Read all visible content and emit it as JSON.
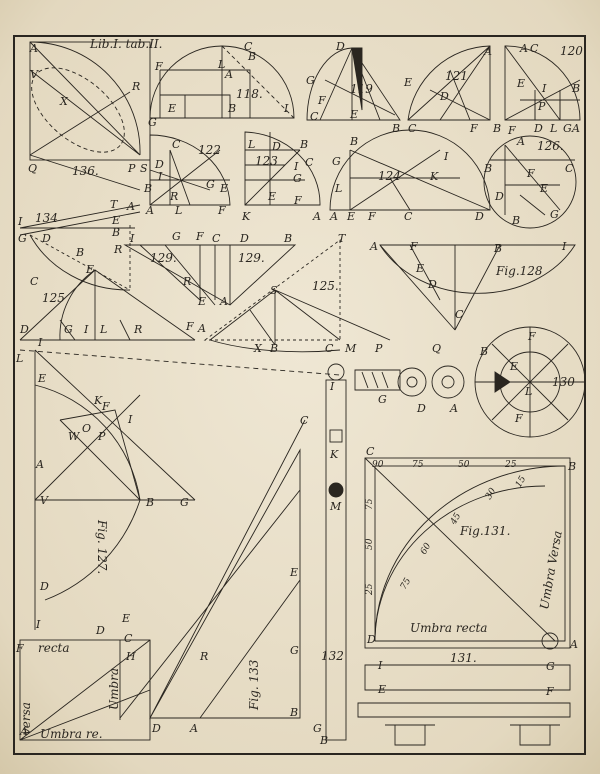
{
  "header": "Lib.I. tab.II.",
  "fig_numbers": {
    "f136": "136.",
    "f118": "118.",
    "f119": "119",
    "f121": "121",
    "f120": "120",
    "f122": "122",
    "f123": "123",
    "f124": "124",
    "f126": "126.",
    "f134": "134",
    "f129a": "129.",
    "f129b": "129.",
    "f128": "Fig.128",
    "f125a": "125",
    "f125b": "125.",
    "f130": "130",
    "f127": "Fig. 127.",
    "f131": "Fig.131.",
    "f131b": "131.",
    "f133": "Fig. 133",
    "f132": "132"
  },
  "words": {
    "umbra_versa_quadrant": "Umbra Versa",
    "umbra_recta_quadrant": "Umbra recta",
    "recta_small": "recta",
    "versa_small": "versa",
    "umbra_vertical": "Umbra",
    "umbra_bottom": "Umbra re."
  },
  "scale": {
    "top": [
      "90",
      "75",
      "50",
      "25"
    ],
    "left": [
      "75",
      "50",
      "25"
    ],
    "arc": [
      "15",
      "30",
      "45",
      "60",
      "75"
    ]
  },
  "letters": {
    "f136": [
      "A",
      "V",
      "X",
      "R",
      "Q",
      "P",
      "S",
      "T"
    ],
    "f118": [
      "F",
      "L",
      "A",
      "C",
      "B",
      "G",
      "E",
      "B",
      "I"
    ],
    "f119": [
      "D",
      "G",
      "F",
      "C",
      "E",
      "B"
    ],
    "f121": [
      "A",
      "E",
      "D",
      "C",
      "B",
      "F"
    ],
    "f120": [
      "A",
      "C",
      "E",
      "I",
      "P",
      "B",
      "F",
      "D",
      "L",
      "G",
      "A"
    ],
    "f122": [
      "C",
      "D",
      "I",
      "G",
      "E",
      "B",
      "R",
      "A",
      "L",
      "F"
    ],
    "f123": [
      "L",
      "D",
      "B",
      "C",
      "I",
      "G",
      "E",
      "F",
      "K"
    ],
    "f124": [
      "B",
      "G",
      "I",
      "L",
      "K",
      "A",
      "A",
      "E",
      "F",
      "C",
      "D"
    ],
    "f126": [
      "A",
      "B",
      "F",
      "C",
      "E",
      "G",
      "D",
      "B"
    ],
    "f134": [
      "I",
      "G",
      "D",
      "C",
      "B",
      "B",
      "A",
      "E"
    ],
    "f129": [
      "I",
      "G",
      "F",
      "C",
      "D",
      "B",
      "R",
      "E",
      "A"
    ],
    "f128": [
      "A",
      "F",
      "E",
      "D",
      "C",
      "B",
      "I"
    ],
    "f125": [
      "R",
      "E",
      "D",
      "G",
      "I",
      "L",
      "R",
      "F",
      "A",
      "T",
      "S",
      "X",
      "B",
      "C",
      "M",
      "P"
    ],
    "f130": [
      "Q",
      "G",
      "D",
      "A",
      "B",
      "F",
      "E",
      "L",
      "F"
    ],
    "f127": [
      "L",
      "I",
      "E",
      "K",
      "F",
      "I",
      "W",
      "O",
      "P",
      "A",
      "V",
      "B",
      "G",
      "D",
      "I"
    ],
    "f131": [
      "C",
      "B",
      "D",
      "A",
      "I",
      "G",
      "E",
      "F"
    ],
    "f133": [
      "C",
      "E",
      "D",
      "C",
      "H",
      "R",
      "E",
      "G",
      "B",
      "A",
      "D",
      "B",
      "I",
      "K",
      "M",
      "G"
    ],
    "f132": [
      "F",
      "A"
    ]
  }
}
